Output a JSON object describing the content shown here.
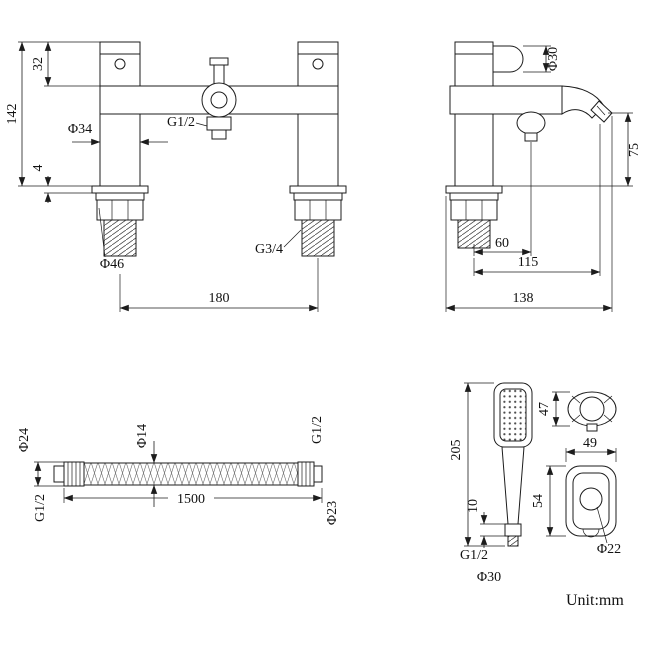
{
  "style": {
    "line_color": "#1c1c1c",
    "background": "#ffffff"
  },
  "front_view": {
    "title": "bath-shower-mixer-front-view",
    "dims": {
      "upper_height": "32",
      "total_height": "142",
      "body_diameter": "Φ34",
      "plate_thickness": "4",
      "outlet_thread": "G1/2",
      "base_diameter": "Φ46",
      "inlet_thread": "G3/4",
      "centre_distance": "180"
    }
  },
  "side_view": {
    "title": "bath-shower-mixer-side-view",
    "dims": {
      "handle_diameter": "Φ30",
      "spout_height": "75",
      "outlet_offset": "60",
      "spout_reach": "115",
      "overall_depth": "138"
    }
  },
  "hose": {
    "title": "shower-hose-view",
    "dims": {
      "nut_diameter_left": "Φ24",
      "hose_diameter": "Φ14",
      "thread_right": "G1/2",
      "length": "1500",
      "thread_left": "G1/2",
      "nut_diameter_right": "Φ23"
    }
  },
  "handset": {
    "title": "hand-shower-view",
    "dims": {
      "length": "205",
      "connector_length": "10",
      "thread": "G1/2",
      "diameter": "Φ30"
    }
  },
  "bracket": {
    "title": "wall-bracket-views",
    "dims": {
      "depth": "47",
      "width": "49",
      "height": "54",
      "hole_diameter": "Φ22"
    }
  },
  "footer": {
    "unit_label": "Unit:mm"
  }
}
